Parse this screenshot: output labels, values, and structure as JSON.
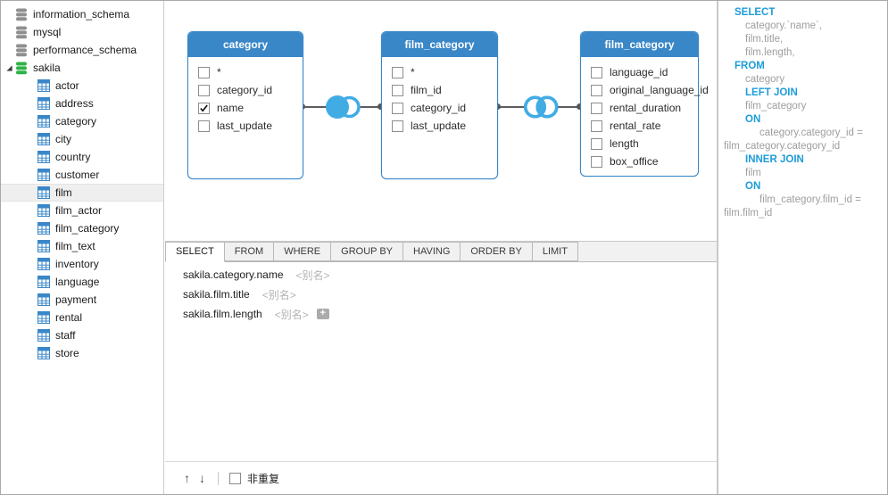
{
  "sidebar": {
    "items": [
      {
        "label": "information_schema",
        "icon": "database-gray",
        "level": 1,
        "expanded": false,
        "selected": false
      },
      {
        "label": "mysql",
        "icon": "database-gray",
        "level": 1,
        "expanded": false,
        "selected": false
      },
      {
        "label": "performance_schema",
        "icon": "database-gray",
        "level": 1,
        "expanded": false,
        "selected": false
      },
      {
        "label": "sakila",
        "icon": "database-green",
        "level": 1,
        "expanded": true,
        "selected": false
      },
      {
        "label": "actor",
        "icon": "table",
        "level": 2,
        "selected": false
      },
      {
        "label": "address",
        "icon": "table",
        "level": 2,
        "selected": false
      },
      {
        "label": "category",
        "icon": "table",
        "level": 2,
        "selected": false
      },
      {
        "label": "city",
        "icon": "table",
        "level": 2,
        "selected": false
      },
      {
        "label": "country",
        "icon": "table",
        "level": 2,
        "selected": false
      },
      {
        "label": "customer",
        "icon": "table",
        "level": 2,
        "selected": false
      },
      {
        "label": "film",
        "icon": "table",
        "level": 2,
        "selected": true
      },
      {
        "label": "film_actor",
        "icon": "table",
        "level": 2,
        "selected": false
      },
      {
        "label": "film_category",
        "icon": "table",
        "level": 2,
        "selected": false
      },
      {
        "label": "film_text",
        "icon": "table",
        "level": 2,
        "selected": false
      },
      {
        "label": "inventory",
        "icon": "table",
        "level": 2,
        "selected": false
      },
      {
        "label": "language",
        "icon": "table",
        "level": 2,
        "selected": false
      },
      {
        "label": "payment",
        "icon": "table",
        "level": 2,
        "selected": false
      },
      {
        "label": "rental",
        "icon": "table",
        "level": 2,
        "selected": false
      },
      {
        "label": "staff",
        "icon": "table",
        "level": 2,
        "selected": false
      },
      {
        "label": "store",
        "icon": "table",
        "level": 2,
        "selected": false
      }
    ]
  },
  "canvas": {
    "tables": [
      {
        "title": "category",
        "fields": [
          {
            "name": "*",
            "checked": false
          },
          {
            "name": "category_id",
            "checked": false
          },
          {
            "name": "name",
            "checked": true
          },
          {
            "name": "last_update",
            "checked": false
          }
        ]
      },
      {
        "title": "film_category",
        "fields": [
          {
            "name": "*",
            "checked": false
          },
          {
            "name": "film_id",
            "checked": false
          },
          {
            "name": "category_id",
            "checked": false
          },
          {
            "name": "last_update",
            "checked": false
          }
        ]
      },
      {
        "title": "film_category",
        "fields": [
          {
            "name": "language_id",
            "checked": false
          },
          {
            "name": "original_language_id",
            "checked": false
          },
          {
            "name": "rental_duration",
            "checked": false
          },
          {
            "name": "rental_rate",
            "checked": false
          },
          {
            "name": "length",
            "checked": false
          },
          {
            "name": "box_office",
            "checked": false
          }
        ]
      }
    ],
    "joins": [
      {
        "type": "left-join"
      },
      {
        "type": "inner-join"
      }
    ]
  },
  "query_builder": {
    "tabs": [
      "SELECT",
      "FROM",
      "WHERE",
      "GROUP BY",
      "HAVING",
      "ORDER BY",
      "LIMIT"
    ],
    "active_tab": "SELECT",
    "rows": [
      {
        "expr": "sakila.category.name",
        "alias": "<别名>",
        "has_add": false
      },
      {
        "expr": "sakila.film.title",
        "alias": "<别名>",
        "has_add": false
      },
      {
        "expr": "sakila.film.length",
        "alias": "<别名>",
        "has_add": true
      }
    ],
    "icons": {
      "move_up": "↑",
      "move_down": "↓",
      "add": "+"
    },
    "toolbar": {
      "distinct_label": "非重复",
      "distinct_checked": false
    }
  },
  "sql_preview": {
    "lines": [
      {
        "text": "SELECT",
        "kw": true,
        "indent": 1
      },
      {
        "text": "category.`name`,",
        "kw": false,
        "indent": 2
      },
      {
        "text": "film.title,",
        "kw": false,
        "indent": 2
      },
      {
        "text": "film.length,",
        "kw": false,
        "indent": 2
      },
      {
        "text": "FROM",
        "kw": true,
        "indent": 1
      },
      {
        "text": "category",
        "kw": false,
        "indent": 2
      },
      {
        "text": "LEFT JOIN",
        "kw": true,
        "indent": 2
      },
      {
        "text": "film_category",
        "kw": false,
        "indent": 2
      },
      {
        "text": "ON",
        "kw": true,
        "indent": 2
      },
      {
        "text": "category.category_id =",
        "kw": false,
        "indent": 3
      },
      {
        "text": "film_category.category_id",
        "kw": false,
        "indent": 0
      },
      {
        "text": "INNER JOIN",
        "kw": true,
        "indent": 2
      },
      {
        "text": "film",
        "kw": false,
        "indent": 2
      },
      {
        "text": "ON",
        "kw": true,
        "indent": 2
      },
      {
        "text": "film_category.film_id =",
        "kw": false,
        "indent": 3
      },
      {
        "text": "film.film_id",
        "kw": false,
        "indent": 0
      }
    ]
  },
  "colors": {
    "accent_blue": "#3a87c8",
    "venn_blue": "#41ace4",
    "keyword_blue": "#1e9cd8",
    "sql_text_gray": "#9e9e9e",
    "db_icon_gray": "#8f8f8f",
    "db_icon_green": "#2fb347",
    "connector_gray": "#5d5d5d"
  }
}
